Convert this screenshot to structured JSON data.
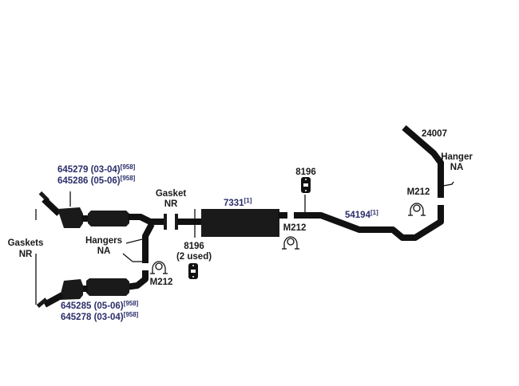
{
  "labels": {
    "cat_upper_1": "645279 (03-04)",
    "cat_upper_2": "645286 (05-06)",
    "cat_lower_1": "645285 (05-06)",
    "cat_lower_2": "645278 (03-04)",
    "cat_note": "[958]",
    "gasket": "Gasket",
    "gasket_nr": "NR",
    "gaskets": "Gaskets",
    "gaskets_nr": "NR",
    "hangers": "Hangers",
    "hangers_na": "NA",
    "hanger_8196_front": "8196",
    "hanger_8196_front_qty": "(2 used)",
    "clamp_front": "M212",
    "muffler": "7331",
    "muffler_note": "[1]",
    "clamp_mid": "M212",
    "hanger_8196_mid": "8196",
    "tailpipe": "54194",
    "tailpipe_note": "[1]",
    "clamp_rear": "M212",
    "tip": "24007",
    "hanger": "Hanger",
    "hanger_na": "NA"
  }
}
